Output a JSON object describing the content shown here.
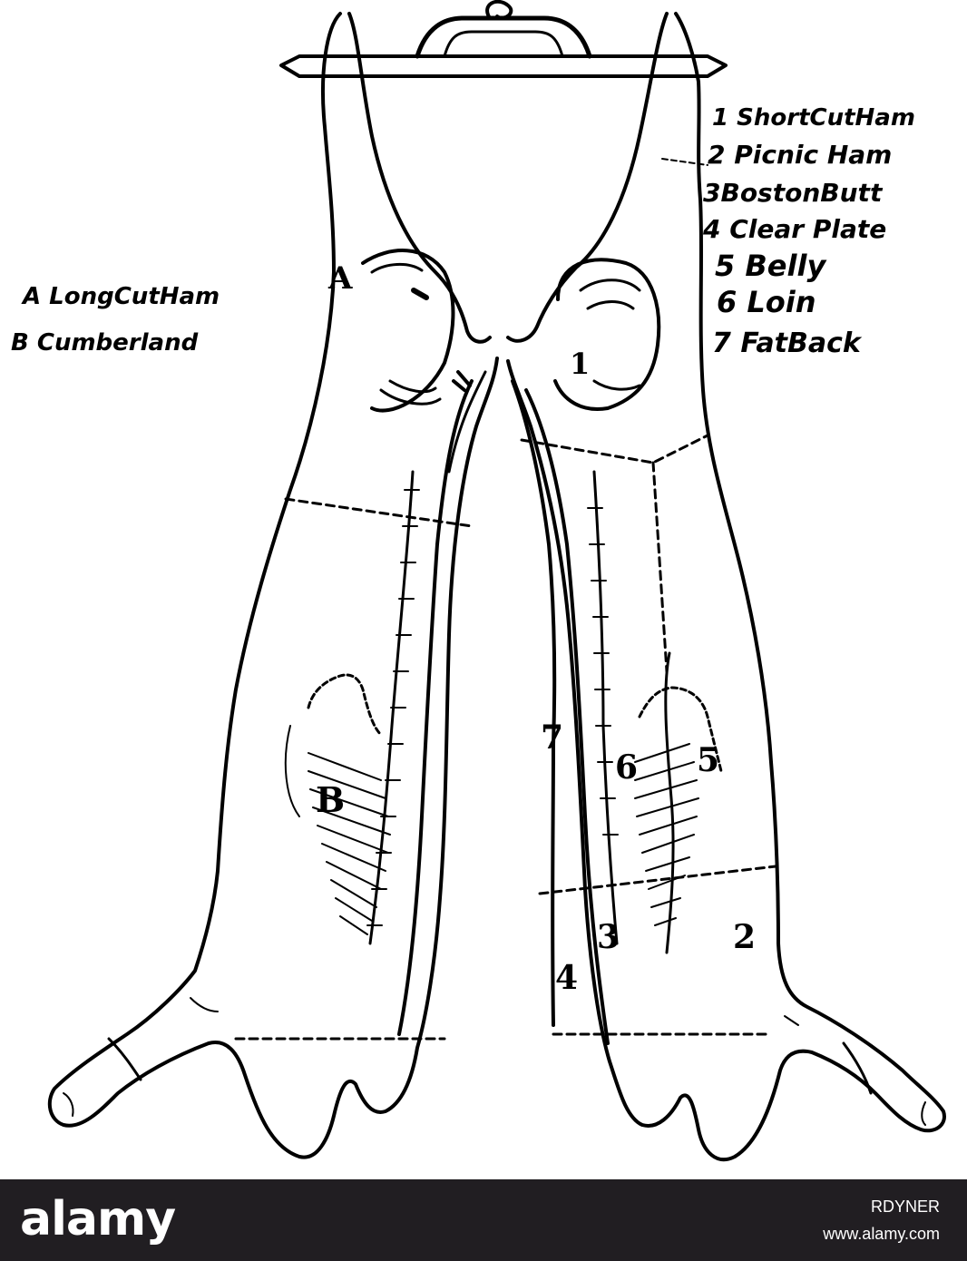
{
  "diagram": {
    "right_labels": [
      "1 ShortCutHam",
      "2 Picnic Ham",
      "3BostonButt",
      "4 Clear Plate",
      "5 Belly",
      "6 Loin",
      "7 FatBack"
    ],
    "left_labels": [
      "A LongCutHam",
      "B Cumberland"
    ],
    "markers": {
      "a": "A",
      "b": "B",
      "n1": "1",
      "n2": "2",
      "n3": "3",
      "n4": "4",
      "n5": "5",
      "n6": "6",
      "n7": "7"
    }
  },
  "banner": {
    "logo": "alamy",
    "image_id": "RDYNER",
    "url": "www.alamy.com"
  },
  "colors": {
    "ink": "#000000",
    "paper": "#ffffff",
    "banner": "#211e22"
  }
}
